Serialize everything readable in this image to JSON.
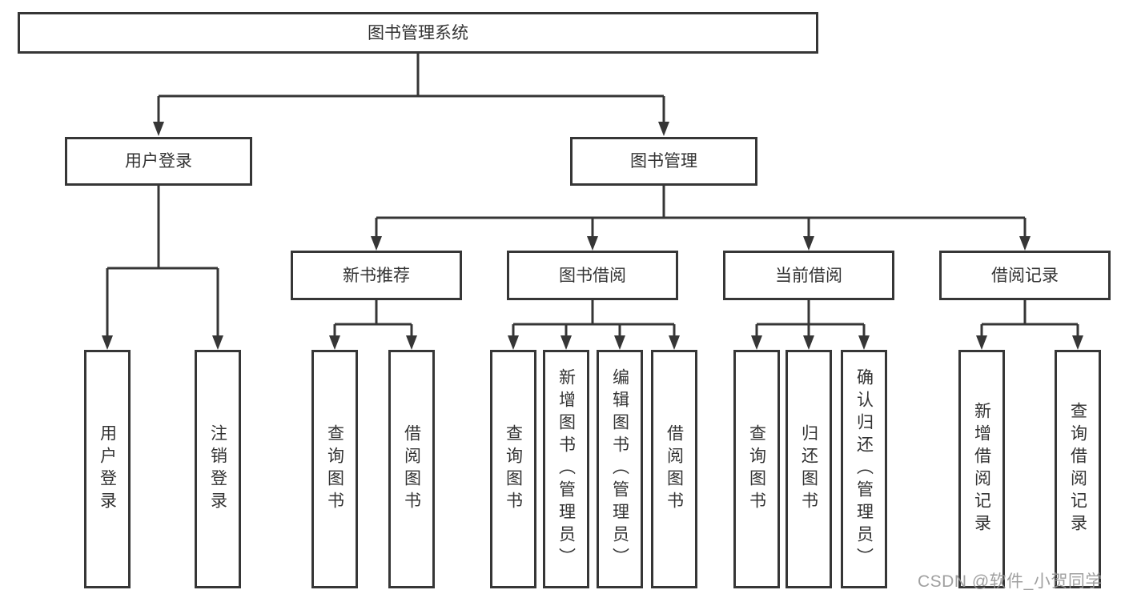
{
  "diagram": {
    "root": {
      "label": "图书管理系统"
    },
    "branches": [
      {
        "label": "用户登录",
        "children": [
          {
            "label": "用户登录"
          },
          {
            "label": "注销登录"
          }
        ]
      },
      {
        "label": "图书管理",
        "children": [
          {
            "label": "新书推荐",
            "children": [
              {
                "label": "查询图书"
              },
              {
                "label": "借阅图书"
              }
            ]
          },
          {
            "label": "图书借阅",
            "children": [
              {
                "label": "查询图书"
              },
              {
                "label": "新增图书（管理员）"
              },
              {
                "label": "编辑图书（管理员）"
              },
              {
                "label": "借阅图书"
              }
            ]
          },
          {
            "label": "当前借阅",
            "children": [
              {
                "label": "查询图书"
              },
              {
                "label": "归还图书"
              },
              {
                "label": "确认归还（管理员）"
              }
            ]
          },
          {
            "label": "借阅记录",
            "children": [
              {
                "label": "新增借阅记录"
              },
              {
                "label": "查询借阅记录"
              }
            ]
          }
        ]
      }
    ]
  },
  "watermark": {
    "text": "CSDN @软件_小贺同学"
  },
  "colors": {
    "line": "#363636",
    "text": "#333333",
    "background": "#ffffff",
    "watermark": "#969696"
  }
}
